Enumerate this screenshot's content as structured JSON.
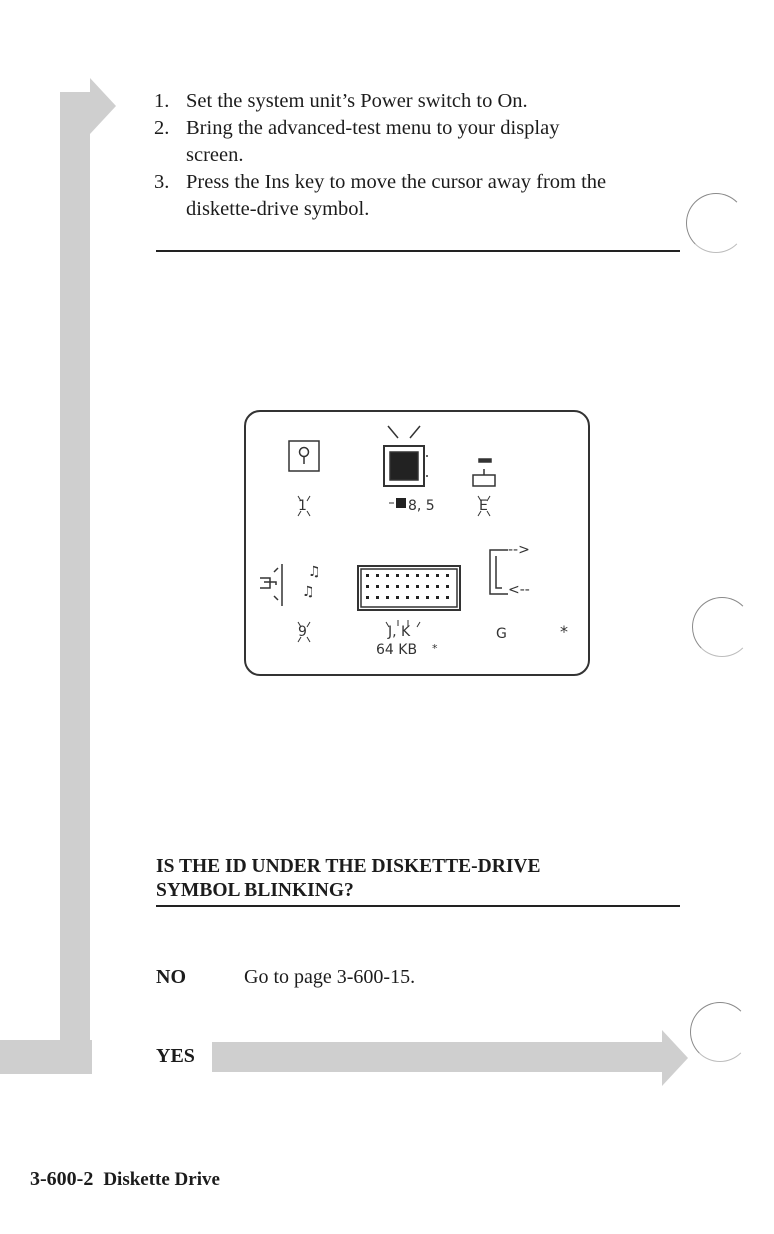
{
  "steps": [
    {
      "num": "1.",
      "lines": [
        "Set the system unit’s Power switch to On."
      ]
    },
    {
      "num": "2.",
      "lines": [
        "Bring the advanced-test menu to your display",
        "screen."
      ]
    },
    {
      "num": "3.",
      "lines": [
        "Press the Ins key to move the cursor away from the",
        "diskette-drive symbol."
      ]
    }
  ],
  "screen": {
    "id_1": "1",
    "id_8_5": "8, 5",
    "id_e": "E",
    "id_9": "9",
    "id_jk": "J, K",
    "memory": "64 KB",
    "memory_mark": "*",
    "id_g": "G",
    "star": "*",
    "arrow_out": "-->",
    "arrow_in": "<--"
  },
  "question": {
    "line1": "IS THE ID UNDER THE DISKETTE-DRIVE",
    "line2": "SYMBOL BLINKING?"
  },
  "answers": {
    "no_label": "NO",
    "no_text": "Go to page 3-600-15.",
    "yes_label": "YES"
  },
  "footer": {
    "page_number": "3-600-2",
    "section": "Diskette Drive"
  }
}
